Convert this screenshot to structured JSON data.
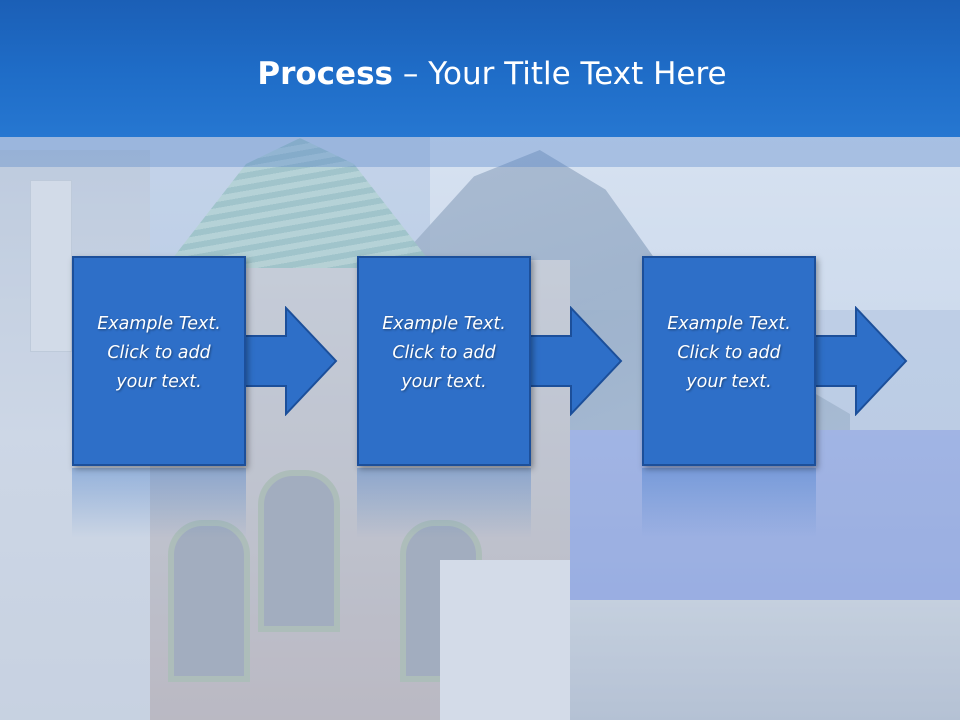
{
  "slide": {
    "title_bold": "Process",
    "title_rest": " – Your Title Text Here"
  },
  "steps": [
    {
      "line1": "Example Text.",
      "line2": "Click  to add",
      "line3": "your text."
    },
    {
      "line1": "Example Text.",
      "line2": "Click  to add",
      "line3": "your text."
    },
    {
      "line1": "Example Text.",
      "line2": "Click  to add",
      "line3": "your text."
    }
  ],
  "colors": {
    "header": "#1f6dc8",
    "box": "#2e6fc8",
    "box_border": "#1c4f9a",
    "text": "#ffffff"
  },
  "icons": [
    "arrow-right-icon"
  ]
}
